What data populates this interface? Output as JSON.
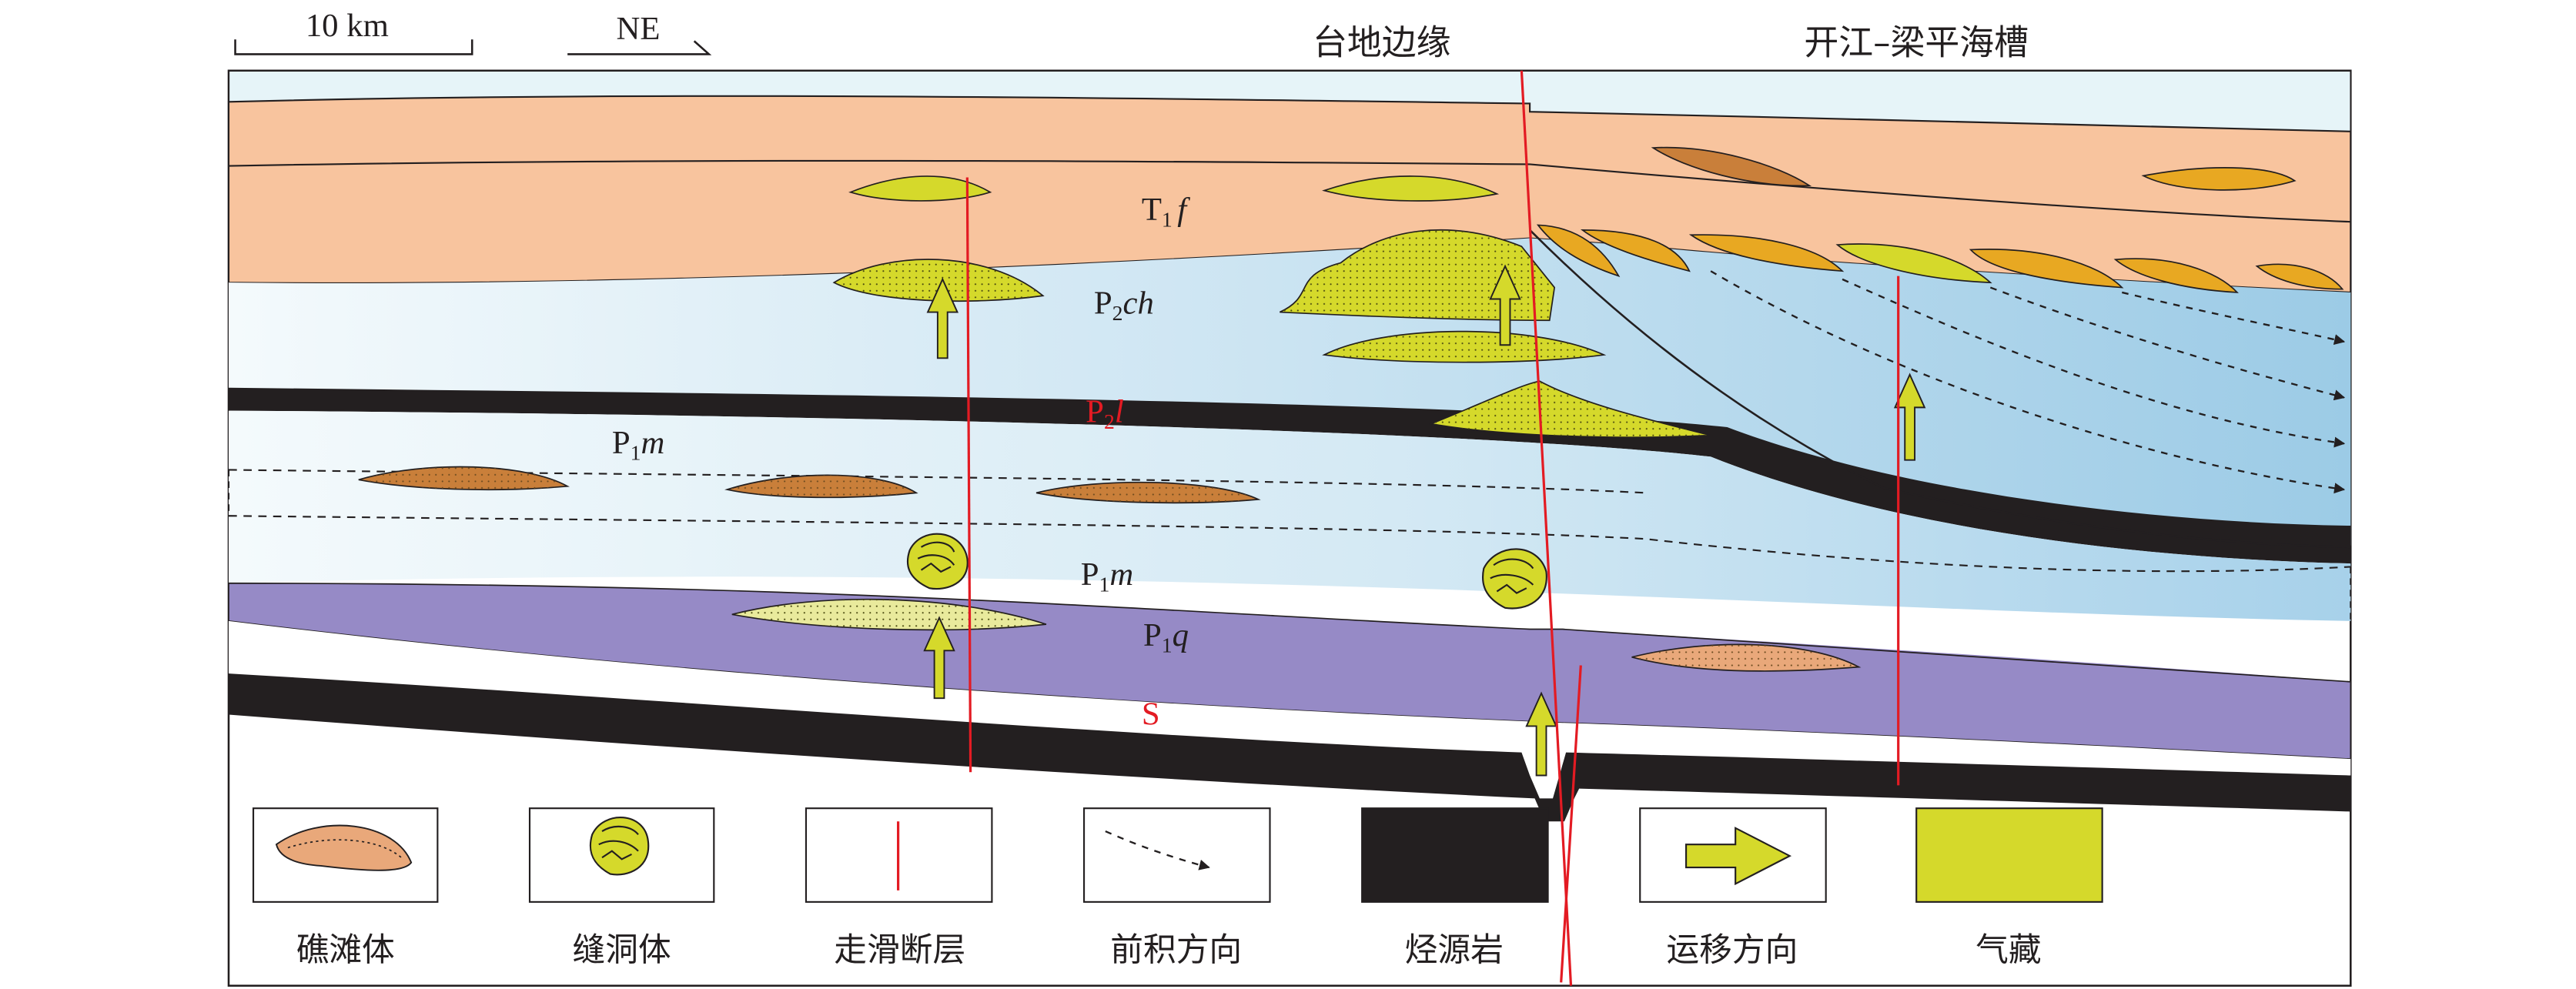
{
  "scale_bar": {
    "label": "10 km"
  },
  "orientation": {
    "label": "NE"
  },
  "header": {
    "platform_margin": "台地边缘",
    "trough": "开江–梁平海槽"
  },
  "formations": {
    "t1f": {
      "base": "T",
      "sub": "1",
      "tail": "f"
    },
    "p2ch": {
      "base": "P",
      "sub": "2",
      "tail": "ch"
    },
    "p2l": {
      "base": "P",
      "sub": "2",
      "tail": "l"
    },
    "p1m_upper": {
      "base": "P",
      "sub": "1",
      "tail": "m"
    },
    "p1m_lower": {
      "base": "P",
      "sub": "1",
      "tail": "m"
    },
    "p1q": {
      "base": "P",
      "sub": "1",
      "tail": "q"
    },
    "s": {
      "base": "S"
    }
  },
  "legend": {
    "reef_shoal": "礁滩体",
    "fracture_cave": "缝洞体",
    "strike_slip_fault": "走滑断层",
    "progradation": "前积方向",
    "source_rock": "烃源岩",
    "migration": "运移方向",
    "gas_reservoir": "气藏"
  },
  "colors": {
    "triassic": "#f8c49e",
    "top_layer": "#e8f4f7",
    "limestone_light": "#f2f9fc",
    "limestone_blue": "#a9cfe7",
    "qixia": "#968ac6",
    "source_rock": "#231f20",
    "gas": "#d5d92b",
    "reef_brown": "#c97f3a",
    "reef_orange": "#e8a822",
    "reef_tan": "#e9a87a",
    "fault": "#e31b23"
  }
}
